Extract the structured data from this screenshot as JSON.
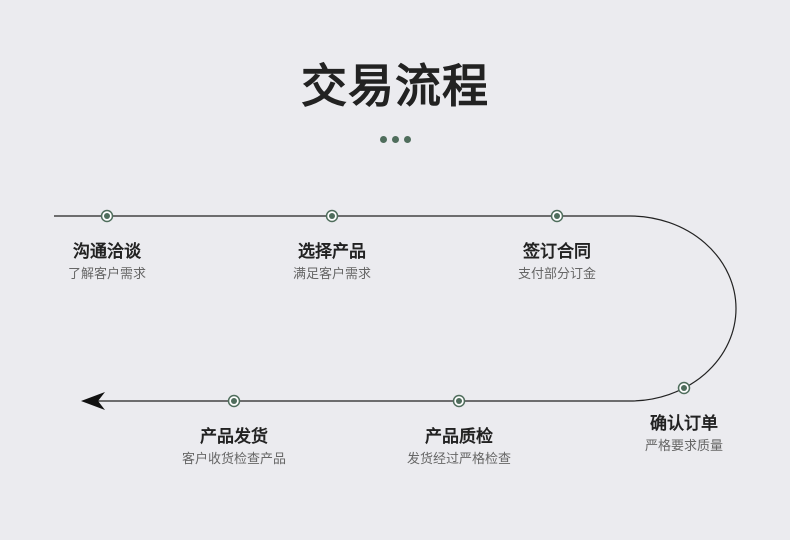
{
  "title": "交易流程",
  "colors": {
    "accent": "#4f6d5c",
    "line": "#222222",
    "background": "#ebebef"
  },
  "steps": [
    {
      "name": "沟通洽谈",
      "desc": "了解客户需求"
    },
    {
      "name": "选择产品",
      "desc": "满足客户需求"
    },
    {
      "name": "签订合同",
      "desc": "支付部分订金"
    },
    {
      "name": "确认订单",
      "desc": "严格要求质量"
    },
    {
      "name": "产品质检",
      "desc": "发货经过严格检查"
    },
    {
      "name": "产品发货",
      "desc": "客户收货检查产品"
    }
  ]
}
